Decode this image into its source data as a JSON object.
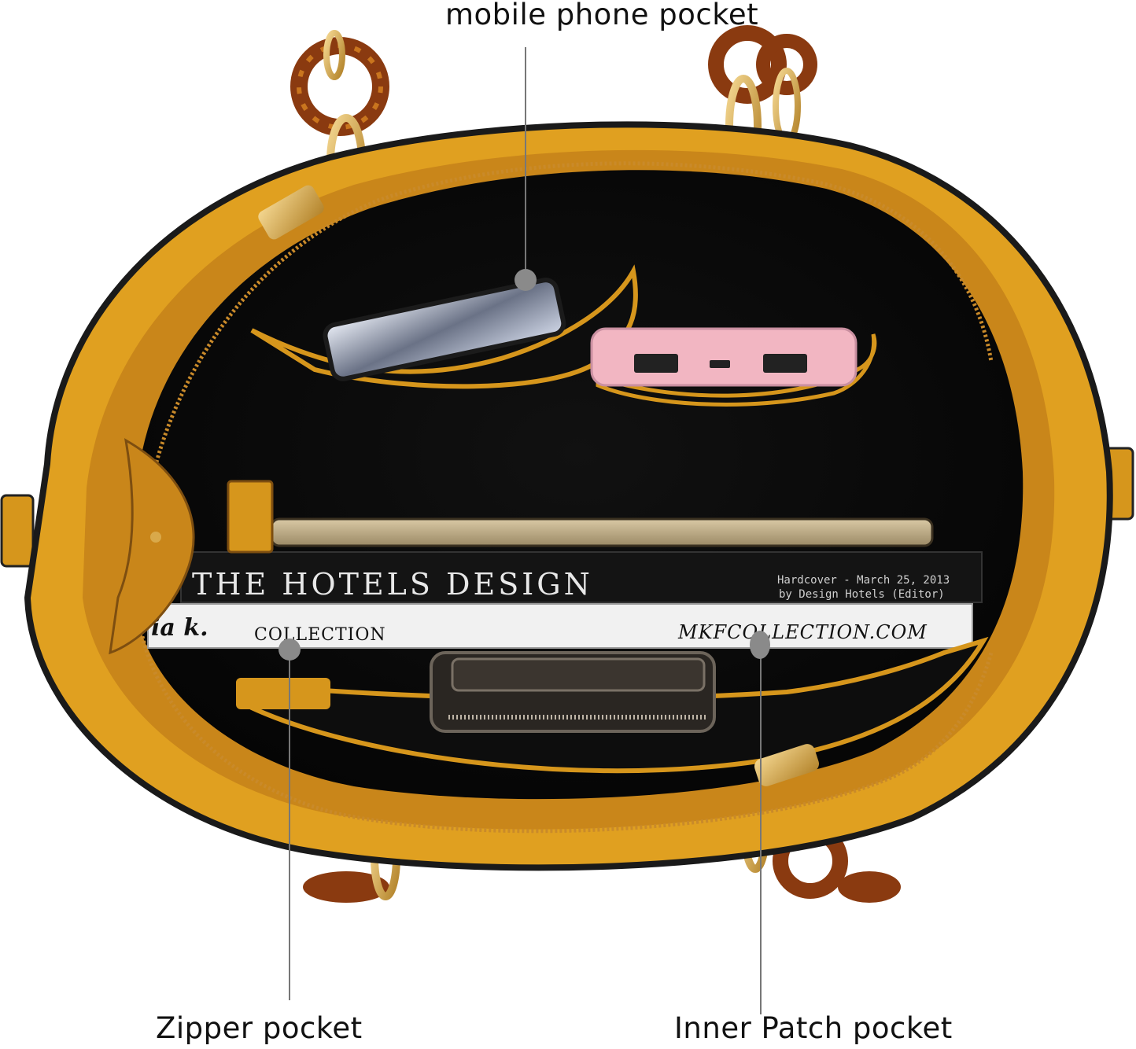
{
  "callouts": {
    "mobile_phone_pocket": "mobile phone pocket",
    "zipper_pocket": "Zipper pocket",
    "inner_patch_pocket": "Inner Patch pocket"
  },
  "book_spines": {
    "book_title": "THE HOTELS DESIGN",
    "book_edition_line1": "Hardcover - March 25, 2013",
    "book_edition_line2": "by Design Hotels (Editor)",
    "lower_book_left": "ia k.",
    "lower_book_collection": "COLLECTION",
    "lower_book_url": "MKFCOLLECTION.COM"
  },
  "colors": {
    "bag_mustard": "#e0a020",
    "bag_mustard_dark": "#b9791a",
    "lining_black": "#0a0a0a",
    "hardware_gold": "#d9a94a",
    "tortoise": "#8a3a10",
    "power_bank_pink": "#f2b6c2",
    "callout_line": "#777777",
    "callout_dot": "#8a8a8a"
  },
  "icons": {
    "callout_marker": "grey-dot",
    "pocket_items": [
      "mobile-phone",
      "power-bank",
      "tablet",
      "book",
      "wallet"
    ]
  }
}
